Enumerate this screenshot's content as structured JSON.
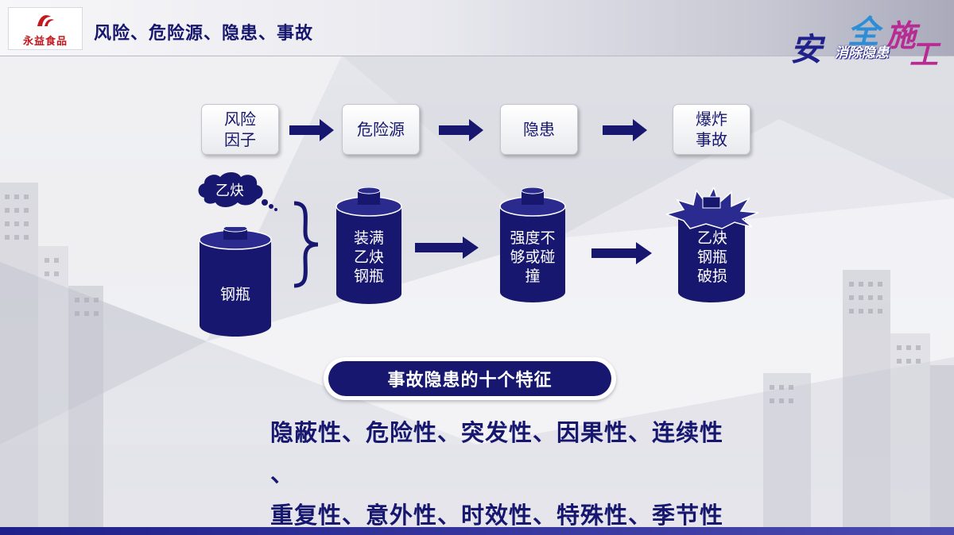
{
  "header": {
    "title": "风险、危险源、隐患、事故",
    "logo_text": "永益食品",
    "brand": {
      "char1": "安",
      "char2": "全",
      "char3": "施",
      "char4": "工",
      "sub": "消除隐患"
    }
  },
  "steps": [
    {
      "label": "风险\n因子"
    },
    {
      "label": "危险源"
    },
    {
      "label": "隐患"
    },
    {
      "label": "爆炸\n事故"
    }
  ],
  "illustration": {
    "cloud_label": "乙炔",
    "cylinders": [
      {
        "label": "钢瓶"
      },
      {
        "label": "装满\n乙炔\n钢瓶"
      },
      {
        "label": "强度不\n够或碰\n撞"
      },
      {
        "label": "乙炔\n钢瓶\n破损"
      }
    ]
  },
  "characteristics": {
    "title": "事故隐患的十个特征",
    "line1": "隐蔽性、危险性、突发性、因果性、连续性",
    "line2": "、",
    "line3": "重复性、意外性、时效性、特殊性、季节性"
  },
  "colors": {
    "navy": "#17176f",
    "brand_blue": "#2c8ed6",
    "brand_magenta": "#b82b93",
    "logo_red": "#c3181d"
  }
}
